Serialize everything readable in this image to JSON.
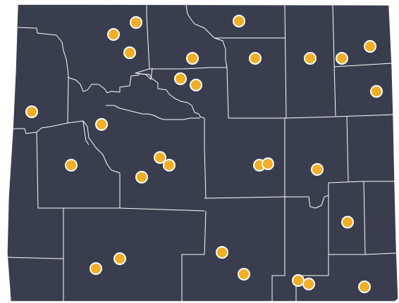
{
  "map": {
    "region": "Wyoming",
    "region_label": "",
    "subdivisions": "counties",
    "colors": {
      "land": "#3a3d4d",
      "boundary": "#ffffff",
      "marker_fill": "#f2ae26",
      "marker_stroke": "#ffffff"
    },
    "marker_icon": "location-dot",
    "marker_count": 30
  }
}
